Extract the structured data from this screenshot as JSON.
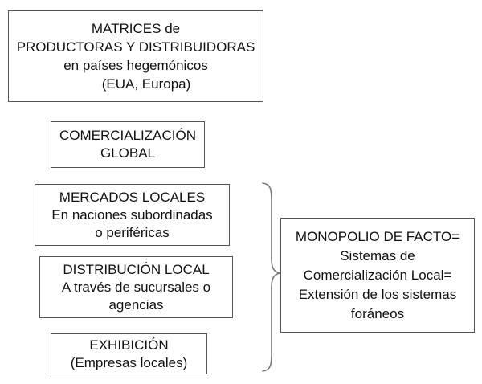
{
  "diagram": {
    "matrices": {
      "lines": [
        "MATRICES de",
        "PRODUCTORAS Y DISTRIBUIDORAS",
        "en países hegemónicos",
        "(EUA, Europa)"
      ]
    },
    "comercializacion": {
      "lines": [
        "COMERCIALIZACIÓN",
        "GLOBAL"
      ]
    },
    "mercados": {
      "lines": [
        "MERCADOS LOCALES",
        "En naciones subordinadas",
        "o periféricas"
      ]
    },
    "distribucion": {
      "lines": [
        "DISTRIBUCIÓN LOCAL",
        "A través de sucursales o",
        "agencias"
      ]
    },
    "exhibicion": {
      "lines": [
        "EXHIBICIÓN",
        "(Empresas locales)"
      ]
    },
    "monopolio": {
      "lines": [
        "MONOPOLIO DE FACTO=",
        "Sistemas de",
        "Comercialización Local=",
        "Extensión de los sistemas",
        "foráneos"
      ]
    }
  },
  "colors": {
    "border": "#555555",
    "text": "#111111",
    "brace": "#777777"
  }
}
